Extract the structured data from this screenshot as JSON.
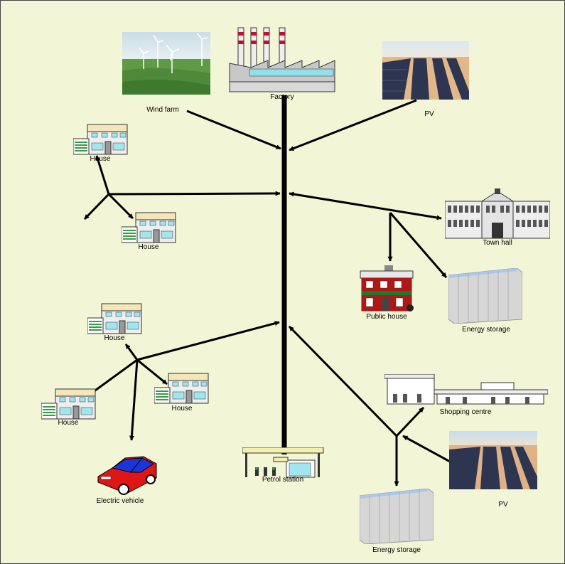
{
  "labels": {
    "wind_farm": "Wind farm",
    "factory": "Factory",
    "pv_top": "PV",
    "house_1": "House",
    "house_2": "House",
    "town_hall": "Town hall",
    "public_house": "Public house",
    "energy_storage_1": "Energy storage",
    "house_3": "House",
    "house_4": "House",
    "house_5": "House",
    "shopping_centre": "Shopping centre",
    "pv_bottom": "PV",
    "petrol_station": "Petrol station",
    "electric_vehicle": "Electric vehicle",
    "energy_storage_2": "Energy storage"
  },
  "colors": {
    "background": "#f3f6d6",
    "wire": "#000000",
    "garage_green": "#3a9a4a",
    "window_cyan": "#9fe6ef",
    "car_red": "#e01515",
    "car_blue": "#1a36d8",
    "pub_red": "#b01818",
    "storage_grey": "#dcdcdc"
  }
}
